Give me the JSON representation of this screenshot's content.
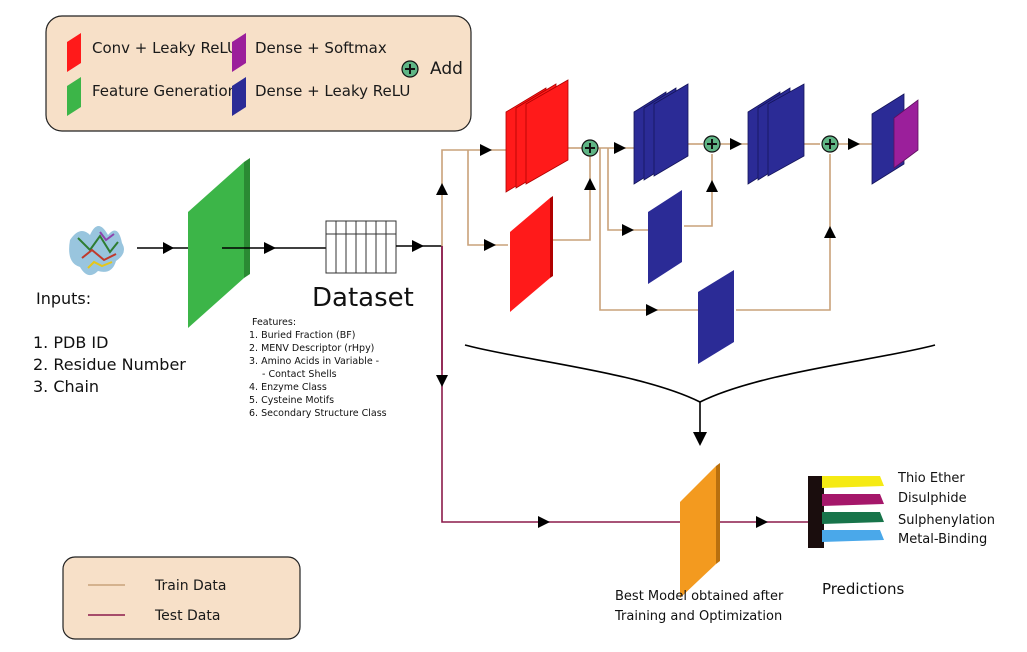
{
  "legend_layers": {
    "items": [
      {
        "label": "Conv + Leaky ReLU",
        "color": "#ff1a1a"
      },
      {
        "label": "Feature Generation",
        "color": "#3cb548"
      },
      {
        "label": "Dense + Softmax",
        "color": "#9b1f9b"
      },
      {
        "label": "Dense + Leaky ReLU",
        "color": "#2b2b96"
      },
      {
        "label": "Add",
        "color": "#5fb585"
      }
    ]
  },
  "legend_data": {
    "items": [
      {
        "label": "Train Data",
        "color": "#c9a27a"
      },
      {
        "label": "Test Data",
        "color": "#8b1a4a"
      }
    ]
  },
  "inputs": {
    "title": "Inputs:",
    "items": [
      "1. PDB ID",
      "2. Residue Number",
      "3. Chain"
    ]
  },
  "dataset": {
    "title": "Dataset",
    "features_title": "Features:",
    "features": [
      "1. Buried Fraction (BF)",
      "2. MENV Descriptor (rHpy)",
      "3. Amino Acids in Variable -",
      "    - Contact Shells",
      "4. Enzyme Class",
      "5. Cysteine Motifs",
      "6. Secondary Structure Class"
    ]
  },
  "best_model": {
    "caption_lines": [
      "Best Model obtained after",
      "Training and Optimization"
    ],
    "color": "#f39a1f"
  },
  "predictions": {
    "title": "Predictions",
    "items": [
      {
        "label": "Thio Ether",
        "color": "#f5ea14"
      },
      {
        "label": "Disulphide",
        "color": "#a5176a"
      },
      {
        "label": "Sulphenylation",
        "color": "#17744a"
      },
      {
        "label": "Metal-Binding",
        "color": "#4aa8ea"
      }
    ]
  }
}
